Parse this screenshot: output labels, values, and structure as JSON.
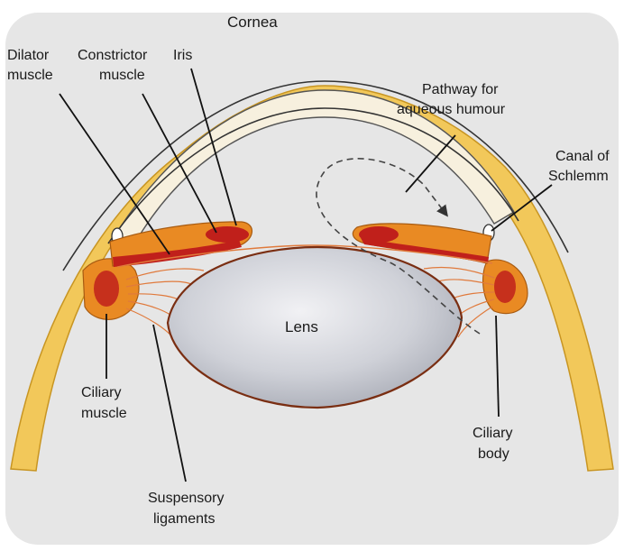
{
  "labels": {
    "cornea": "Cornea",
    "dilator_muscle_1": "Dilator",
    "dilator_muscle_2": "muscle",
    "constrictor_muscle_1": "Constrictor",
    "constrictor_muscle_2": "muscle",
    "iris": "Iris",
    "pathway_1": "Pathway for",
    "pathway_2": "aqueous humour",
    "canal_1": "Canal of",
    "canal_2": "Schlemm",
    "lens": "Lens",
    "ciliary_muscle_1": "Ciliary",
    "ciliary_muscle_2": "muscle",
    "ciliary_body_1": "Ciliary",
    "ciliary_body_2": "body",
    "suspensory_1": "Suspensory",
    "suspensory_2": "ligaments"
  },
  "colors": {
    "background": "#e6e6e6",
    "sclera_yellow": "#f0c24a",
    "iris_orange": "#e98a23",
    "iris_red": "#c0201b",
    "lens_fill": "#c9cbd3",
    "ligament": "#e07a3c",
    "leader_line": "#111111"
  }
}
